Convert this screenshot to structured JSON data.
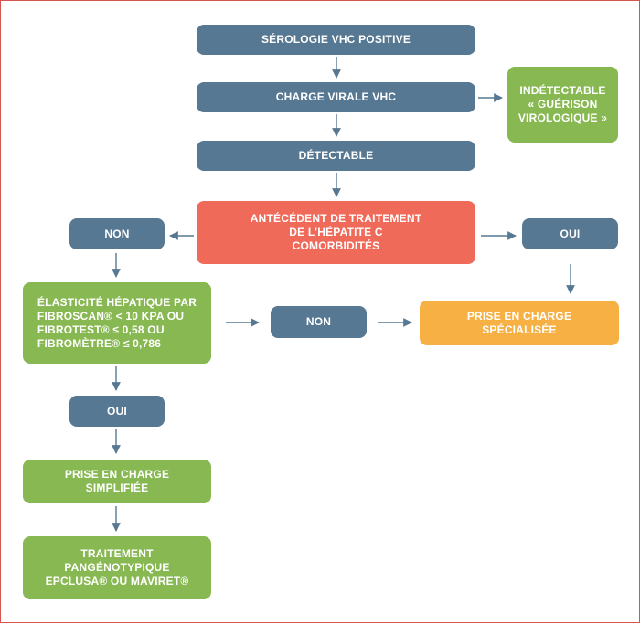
{
  "colors": {
    "blue": "#577892",
    "green": "#87b852",
    "red": "#f06a5a",
    "orange": "#f6b043",
    "arrow": "#577892",
    "frame": "#d9534f"
  },
  "nodes": {
    "serologie": "SÉROLOGIE VHC POSITIVE",
    "charge_virale": "CHARGE VIRALE VHC",
    "indetectable": "INDÉTECTABLE\n« GUÉRISON\nVIROLOGIQUE »",
    "detectable": "DÉTECTABLE",
    "antecedent": "ANTÉCÉDENT DE TRAITEMENT\nDE L’HÉPATITE C\nCOMORBIDITÉS",
    "non_left": "NON",
    "oui_right": "OUI",
    "elasticite": "ÉLASTICITÉ HÉPATIQUE PAR\nFIBROSCAN® < 10 KPA OU\nFIBROTEST® ≤ 0,58 OU\nFIBROMÈTRE® ≤ 0,786",
    "non_middle": "NON",
    "prise_specialisee": "PRISE EN CHARGE\nSPÉCIALISÉE",
    "oui_left": "OUI",
    "prise_simplifiee": "PRISE EN CHARGE\nSIMPLIFIÉE",
    "traitement": "TRAITEMENT\nPANGÉNOTYPIQUE\nEPCLUSA® OU MAVIRET®"
  }
}
